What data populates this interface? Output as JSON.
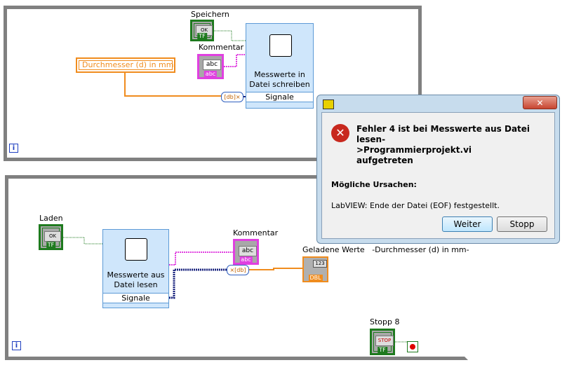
{
  "top_loop": {
    "save_label": "Speichern",
    "save_button": "OK",
    "save_type": "TF",
    "comment_label": "Kommentar",
    "comment_value": "abc",
    "comment_type": "abc",
    "diameter_control": "Durchmesser (d) in mm",
    "subvi_write": {
      "title": "Messwerte in Datei schreiben",
      "port": "Signale"
    },
    "info": "i"
  },
  "bottom_loop": {
    "load_label": "Laden",
    "load_button": "OK",
    "load_type": "TF",
    "subvi_read": {
      "title": "Messwerte aus Datei lesen",
      "port": "Signale"
    },
    "comment_label": "Kommentar",
    "comment_value": "abc",
    "comment_type": "abc",
    "loaded_label": "Geladene Werte",
    "loaded_sublabel": "-Durchmesser (d) in mm-",
    "array_value": "123",
    "array_type": "DBL",
    "stop_label": "Stopp 8",
    "stop_button": "STOP",
    "stop_type": "TF",
    "info": "i"
  },
  "dialog": {
    "close": "✕",
    "message": [
      "Fehler 4 ist bei Messwerte aus Datei lesen-",
      ">Programmierprojekt.vi",
      " aufgetreten"
    ],
    "causes_heading": "Mögliche Ursachen:",
    "cause": "LabVIEW:  Ende der Datei (EOF) festgestellt.",
    "continue_button": "Weiter",
    "stop_button": "Stopp"
  },
  "colors": {
    "numeric_wire": "#f08c1e",
    "string_wire": "#e040e0",
    "bool_wire": "#1e7a1e",
    "cluster_wire": "#1a237e",
    "error_red": "#c8281e"
  }
}
